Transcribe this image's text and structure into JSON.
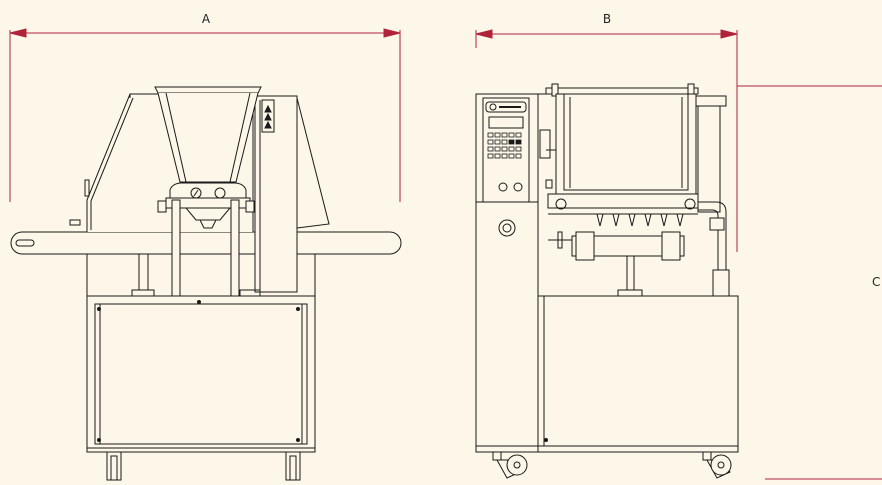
{
  "dimensions": {
    "a_label": "A",
    "b_label": "B",
    "c_label": "C"
  },
  "colors": {
    "background": "#fcf7e9",
    "line": "#1a1a1a",
    "dimension": "#b0233a",
    "panel": "#e9e6dc"
  }
}
